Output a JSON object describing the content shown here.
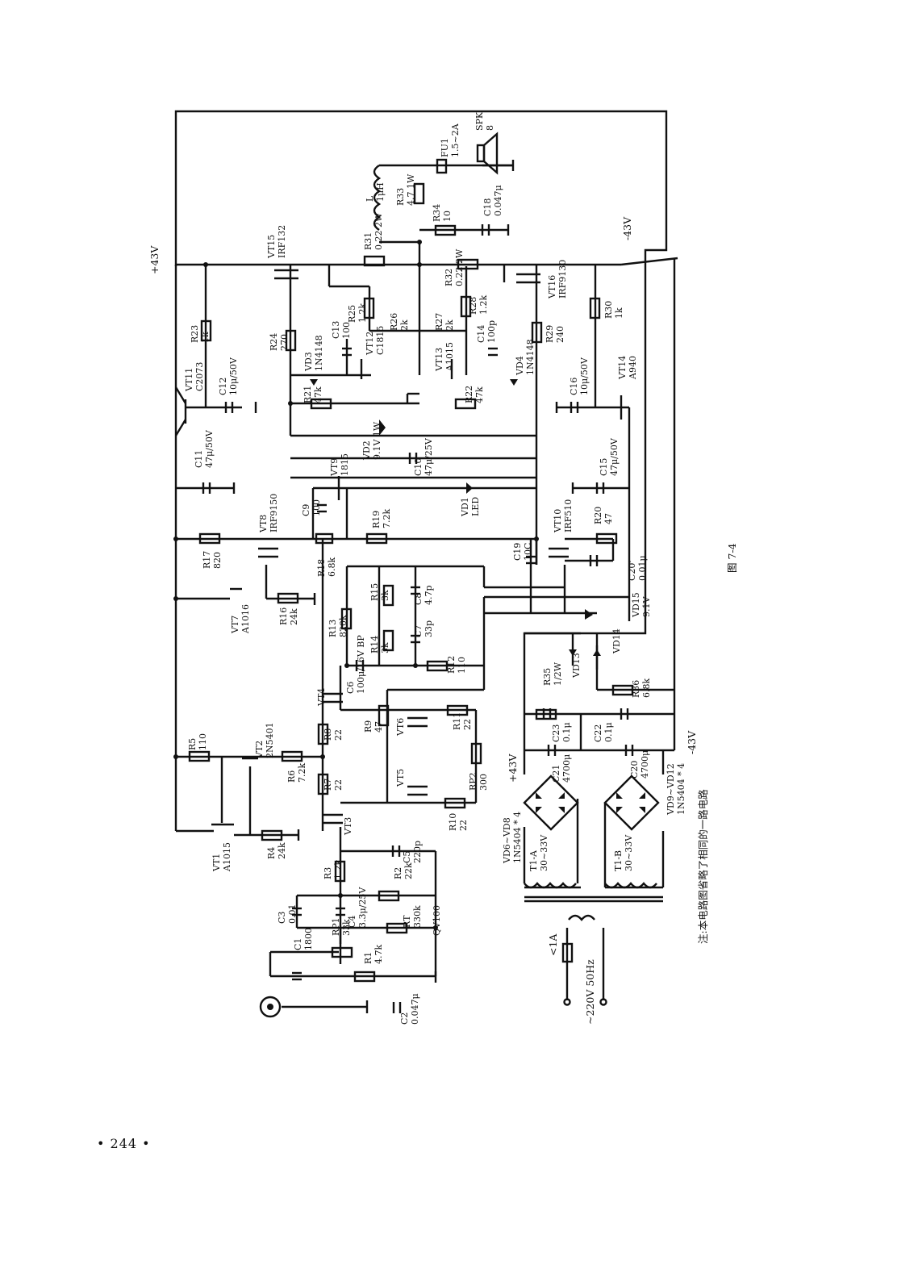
{
  "page_number": "• 244 •",
  "figure_caption": "图 7-4",
  "note": "注:本电路图省略了相同的一路电路",
  "rails": {
    "pos": "+43V",
    "neg": "-43V",
    "neg_top": "-43V",
    "pos_psu": "+43V",
    "neg_psu": "-43V"
  },
  "mains": {
    "fuse": "<1A",
    "voltage": "~220V 50Hz"
  },
  "input": {
    "connector": ""
  },
  "components": [
    {
      "ref": "C1",
      "value": "1800"
    },
    {
      "ref": "RP1",
      "value": "33k"
    },
    {
      "ref": "R1",
      "value": "4.7k"
    },
    {
      "ref": "C2",
      "value": "0.047μ"
    },
    {
      "ref": "C3",
      "value": "0.01"
    },
    {
      "ref": "C4",
      "value": "3.3μ/25V"
    },
    {
      "ref": "R3",
      "value": "1.2k"
    },
    {
      "ref": "R2",
      "value": "22k"
    },
    {
      "ref": "RT",
      "value": "330k"
    },
    {
      "ref": "QV100",
      "value": ""
    },
    {
      "ref": "C5",
      "value": "220p"
    },
    {
      "ref": "VT3",
      "value": ""
    },
    {
      "ref": "VT1",
      "value": "A1015"
    },
    {
      "ref": "R4",
      "value": "24k"
    },
    {
      "ref": "R5",
      "value": "110"
    },
    {
      "ref": "VT2",
      "value": "2N5401"
    },
    {
      "ref": "R6",
      "value": "7.2k"
    },
    {
      "ref": "R7",
      "value": "22"
    },
    {
      "ref": "R8",
      "value": "22"
    },
    {
      "ref": "VT4",
      "value": ""
    },
    {
      "ref": "R9",
      "value": "47"
    },
    {
      "ref": "VT5",
      "value": ""
    },
    {
      "ref": "VT6",
      "value": ""
    },
    {
      "ref": "R10",
      "value": "22"
    },
    {
      "ref": "R11",
      "value": "22"
    },
    {
      "ref": "RP2",
      "value": "300"
    },
    {
      "ref": "C6",
      "value": "100μ/16V BP"
    },
    {
      "ref": "R12",
      "value": "110"
    },
    {
      "ref": "R13",
      "value": "820k"
    },
    {
      "ref": "R14",
      "value": "3k"
    },
    {
      "ref": "C7",
      "value": "33p"
    },
    {
      "ref": "R15",
      "value": "3k"
    },
    {
      "ref": "C8",
      "value": "4.7p"
    },
    {
      "ref": "VT7",
      "value": "A1016"
    },
    {
      "ref": "R16",
      "value": "24k"
    },
    {
      "ref": "R17",
      "value": "820"
    },
    {
      "ref": "VT8",
      "value": "IRF9150"
    },
    {
      "ref": "R18",
      "value": "6.8k"
    },
    {
      "ref": "R19",
      "value": "7.2k"
    },
    {
      "ref": "C9",
      "value": "100"
    },
    {
      "ref": "VT9",
      "value": "1815"
    },
    {
      "ref": "VD1",
      "value": "LED"
    },
    {
      "ref": "C10",
      "value": "47μ/25V"
    },
    {
      "ref": "VD2",
      "value": "9.1V 1W"
    },
    {
      "ref": "C11",
      "value": "47μ/50V"
    },
    {
      "ref": "VT11",
      "value": "C2073"
    },
    {
      "ref": "C12",
      "value": "10μ/50V"
    },
    {
      "ref": "R23",
      "value": "1k"
    },
    {
      "ref": "R24",
      "value": "270"
    },
    {
      "ref": "VT15",
      "value": "IRF132"
    },
    {
      "ref": "R21",
      "value": "47k"
    },
    {
      "ref": "VD3",
      "value": "1N4148"
    },
    {
      "ref": "C13",
      "value": "100"
    },
    {
      "ref": "VT12",
      "value": "C1815"
    },
    {
      "ref": "R25",
      "value": "1.2k"
    },
    {
      "ref": "R26",
      "value": "2k"
    },
    {
      "ref": "R31",
      "value": "0.22 2W"
    },
    {
      "ref": "L",
      "value": "1μH"
    },
    {
      "ref": "R33",
      "value": "4.7 1W"
    },
    {
      "ref": "R34",
      "value": "10"
    },
    {
      "ref": "C18",
      "value": "0.047μ"
    },
    {
      "ref": "FU1",
      "value": "1.5~2A"
    },
    {
      "ref": "SPK",
      "value": "8"
    },
    {
      "ref": "R27",
      "value": "2k"
    },
    {
      "ref": "R28",
      "value": "1.2k"
    },
    {
      "ref": "R32",
      "value": "0.22 2W"
    },
    {
      "ref": "VT13",
      "value": "A1015"
    },
    {
      "ref": "C14",
      "value": "100p"
    },
    {
      "ref": "VD4",
      "value": "1N4148"
    },
    {
      "ref": "R22",
      "value": "47k"
    },
    {
      "ref": "R29",
      "value": "240"
    },
    {
      "ref": "VT16",
      "value": "IRF9130"
    },
    {
      "ref": "R30",
      "value": "1k"
    },
    {
      "ref": "C16",
      "value": "10μ/50V"
    },
    {
      "ref": "VT14",
      "value": "A940"
    },
    {
      "ref": "C15",
      "value": "47μ/50V"
    },
    {
      "ref": "VT10",
      "value": "IRF510"
    },
    {
      "ref": "R20",
      "value": "47"
    },
    {
      "ref": "C20'",
      "value": "0.01μ"
    },
    {
      "ref": "C19",
      "value": "10C"
    },
    {
      "ref": "VD15",
      "value": "9.1V"
    },
    {
      "ref": "R35",
      "value": "1/2W"
    },
    {
      "ref": "VD13",
      "value": ""
    },
    {
      "ref": "VD14",
      "value": ""
    },
    {
      "ref": "R36",
      "value": "6.8k"
    },
    {
      "ref": "C23",
      "value": "0.1μ"
    },
    {
      "ref": "C22",
      "value": "0.1μ"
    },
    {
      "ref": "C21",
      "value": "4700μ"
    },
    {
      "ref": "C20",
      "value": "4700μ"
    },
    {
      "ref": "VD6~VD8",
      "value": "1N5404 * 4"
    },
    {
      "ref": "VD9~VD12",
      "value": "1N5404 * 4"
    },
    {
      "ref": "T1-A",
      "value": "30~33V"
    },
    {
      "ref": "T1-B",
      "value": "30~33V"
    }
  ]
}
